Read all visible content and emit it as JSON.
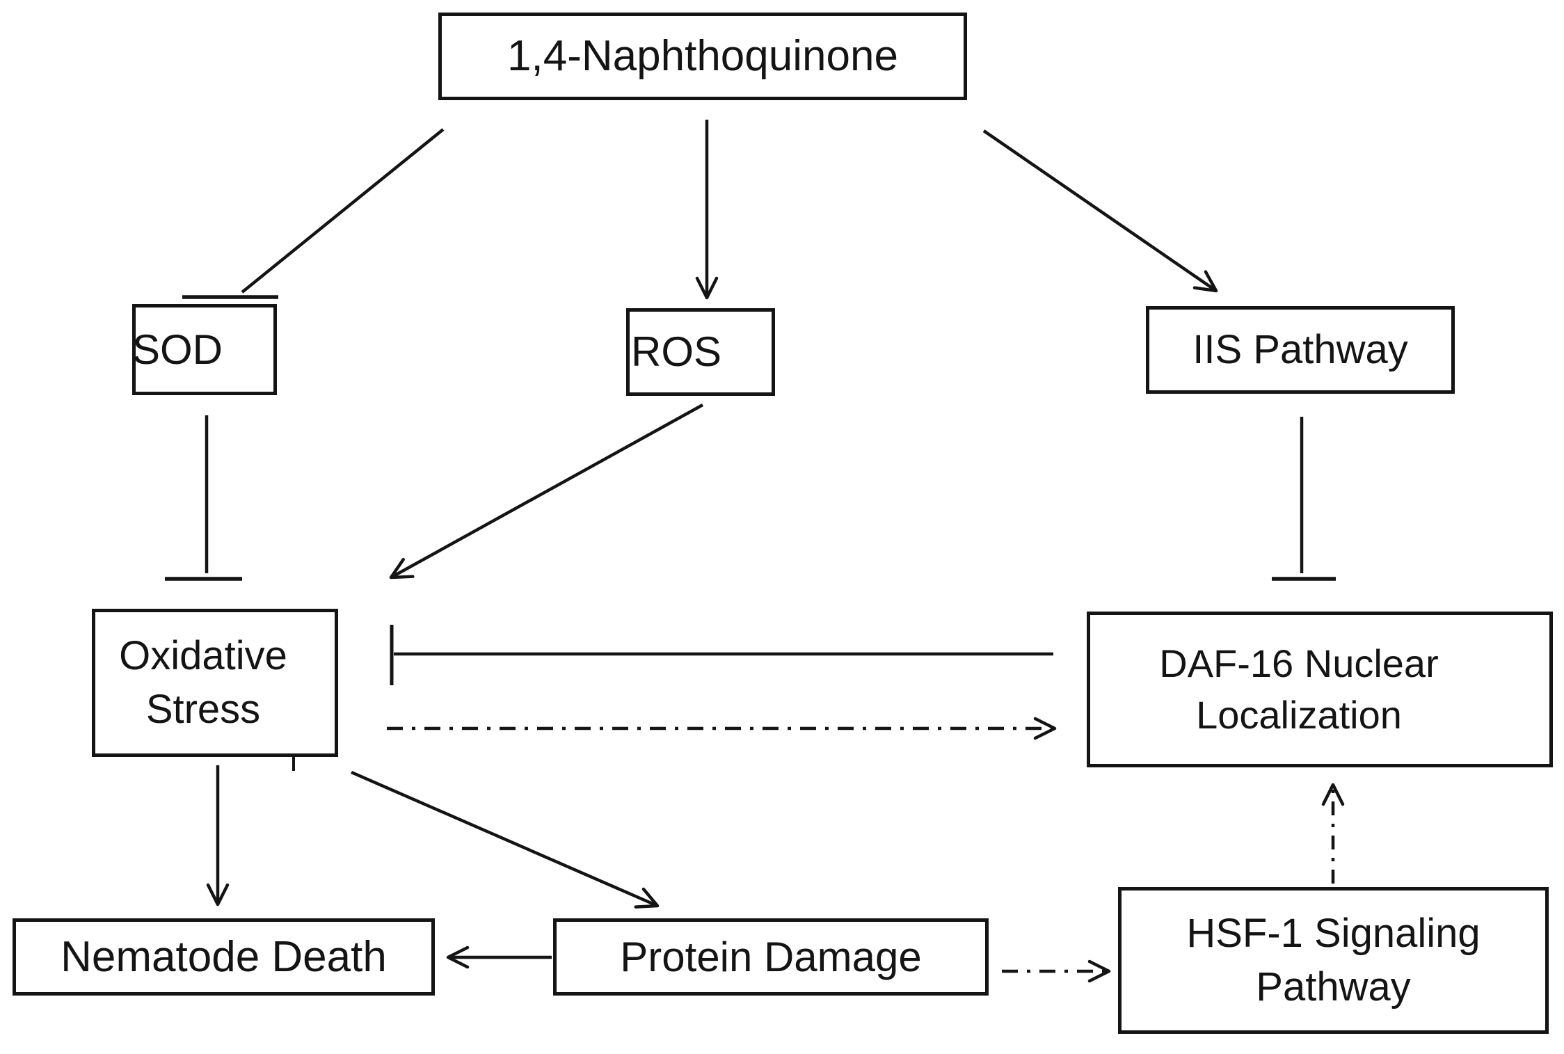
{
  "diagram": {
    "colors": {
      "line": "#141414",
      "text": "#141414",
      "background": "#ffffff"
    },
    "nodes": {
      "naphthoquinone": {
        "label": "1,4-Naphthoquinone"
      },
      "sod": {
        "label": "SOD",
        "trend": {
          "direction": "down",
          "style": "solid"
        }
      },
      "ros": {
        "label": "ROS",
        "trend": {
          "direction": "up",
          "style": "solid"
        }
      },
      "iis": {
        "label": "IIS Pathway"
      },
      "oxidative_stress": {
        "line1": "Oxidative",
        "line2": "Stress",
        "trend": {
          "direction": "up",
          "style": "solid"
        }
      },
      "daf16": {
        "line1": "DAF-16 Nuclear",
        "line2": "Localization",
        "trend": {
          "direction": "up",
          "style": "dash-dot"
        }
      },
      "nematode_death": {
        "label": "Nematode Death"
      },
      "protein_damage": {
        "label": "Protein Damage"
      },
      "hsf1": {
        "line1": "HSF-1 Signaling",
        "line2": "Pathway"
      }
    },
    "edges": [
      {
        "from": "1,4-Naphthoquinone",
        "to": "SOD",
        "type": "inhibition",
        "line": "solid",
        "end": "bar"
      },
      {
        "from": "1,4-Naphthoquinone",
        "to": "ROS",
        "type": "activation",
        "line": "solid",
        "end": "arrow"
      },
      {
        "from": "1,4-Naphthoquinone",
        "to": "IIS Pathway",
        "type": "activation",
        "line": "solid",
        "end": "arrow"
      },
      {
        "from": "SOD",
        "to": "Oxidative Stress",
        "type": "inhibition",
        "line": "solid",
        "end": "bar"
      },
      {
        "from": "ROS",
        "to": "Oxidative Stress",
        "type": "activation",
        "line": "solid",
        "end": "arrow"
      },
      {
        "from": "IIS Pathway",
        "to": "DAF-16 Nuclear Localization",
        "type": "inhibition",
        "line": "solid",
        "end": "bar"
      },
      {
        "from": "DAF-16 Nuclear Localization",
        "to": "Oxidative Stress",
        "type": "inhibition",
        "line": "solid",
        "end": "bar"
      },
      {
        "from": "Oxidative Stress",
        "to": "DAF-16 Nuclear Localization",
        "type": "activation",
        "line": "dash-dot",
        "end": "arrow"
      },
      {
        "from": "Oxidative Stress",
        "to": "Nematode Death",
        "type": "activation",
        "line": "solid",
        "end": "arrow"
      },
      {
        "from": "Oxidative Stress",
        "to": "Protein Damage",
        "type": "activation",
        "line": "solid",
        "end": "arrow"
      },
      {
        "from": "Protein Damage",
        "to": "Nematode Death",
        "type": "activation",
        "line": "solid",
        "end": "arrow"
      },
      {
        "from": "Protein Damage",
        "to": "HSF-1 Signaling Pathway",
        "type": "activation",
        "line": "dash-dot",
        "end": "arrow"
      },
      {
        "from": "HSF-1 Signaling Pathway",
        "to": "DAF-16 Nuclear Localization",
        "type": "activation",
        "line": "dash-dot",
        "end": "arrow"
      }
    ]
  }
}
